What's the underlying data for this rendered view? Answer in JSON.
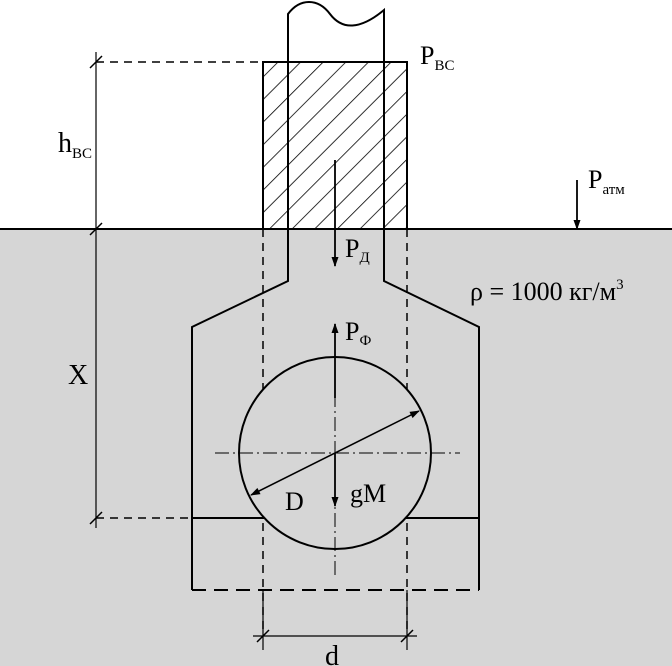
{
  "labels": {
    "p_vs": {
      "main": "P",
      "sub": "ВС"
    },
    "h_vs": {
      "main": "h",
      "sub": "ВС"
    },
    "p_atm": {
      "main": "P",
      "sub": "атм"
    },
    "p_d": {
      "main": "P",
      "sub": "Д"
    },
    "density": {
      "text": "ρ = 1000 кг/м",
      "sup": "3"
    },
    "p_f": {
      "main": "P",
      "sub": "Ф"
    },
    "x": "X",
    "diameter_big": "D",
    "weight": "gM",
    "diameter_small": "d"
  },
  "colors": {
    "water": "#d6d6d6",
    "line": "#000000",
    "background": "#ffffff"
  }
}
